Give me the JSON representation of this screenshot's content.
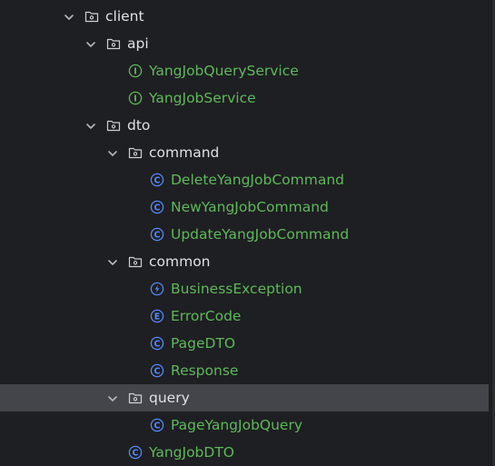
{
  "theme": {
    "background": "#1e1f22",
    "selection": "#43454a",
    "folder_text": "#dfe1e5",
    "code_text": "#5fb85c",
    "class_icon": "#548af7",
    "interface_icon": "#5fb85c",
    "folder_icon": "#ced0d6"
  },
  "tree": [
    {
      "label": "client",
      "type": "folder",
      "icon": "folder-package-icon",
      "depth": 0,
      "expanded": true
    },
    {
      "label": "api",
      "type": "folder",
      "icon": "folder-package-icon",
      "depth": 1,
      "expanded": true
    },
    {
      "label": "YangJobQueryService",
      "type": "interface",
      "icon": "interface-icon",
      "badge": "I",
      "depth": 2
    },
    {
      "label": "YangJobService",
      "type": "interface",
      "icon": "interface-icon",
      "badge": "I",
      "depth": 2
    },
    {
      "label": "dto",
      "type": "folder",
      "icon": "folder-package-icon",
      "depth": 1,
      "expanded": true
    },
    {
      "label": "command",
      "type": "folder",
      "icon": "folder-package-icon",
      "depth": 2,
      "expanded": true
    },
    {
      "label": "DeleteYangJobCommand",
      "type": "class",
      "icon": "class-icon",
      "badge": "C",
      "depth": 3
    },
    {
      "label": "NewYangJobCommand",
      "type": "class",
      "icon": "class-icon",
      "badge": "C",
      "depth": 3
    },
    {
      "label": "UpdateYangJobCommand",
      "type": "class",
      "icon": "class-icon",
      "badge": "C",
      "depth": 3
    },
    {
      "label": "common",
      "type": "folder",
      "icon": "folder-package-icon",
      "depth": 2,
      "expanded": true
    },
    {
      "label": "BusinessException",
      "type": "exception",
      "icon": "exception-icon",
      "badge": "⚡",
      "depth": 3
    },
    {
      "label": "ErrorCode",
      "type": "enum",
      "icon": "enum-icon",
      "badge": "E",
      "depth": 3
    },
    {
      "label": "PageDTO",
      "type": "class",
      "icon": "class-icon",
      "badge": "C",
      "depth": 3
    },
    {
      "label": "Response",
      "type": "class",
      "icon": "class-icon",
      "badge": "C",
      "depth": 3
    },
    {
      "label": "query",
      "type": "folder",
      "icon": "folder-package-icon",
      "depth": 2,
      "expanded": true,
      "selected": true
    },
    {
      "label": "PageYangJobQuery",
      "type": "class",
      "icon": "class-icon",
      "badge": "C",
      "depth": 3
    },
    {
      "label": "YangJobDTO",
      "type": "class",
      "icon": "class-icon",
      "badge": "C",
      "depth": 2
    }
  ]
}
